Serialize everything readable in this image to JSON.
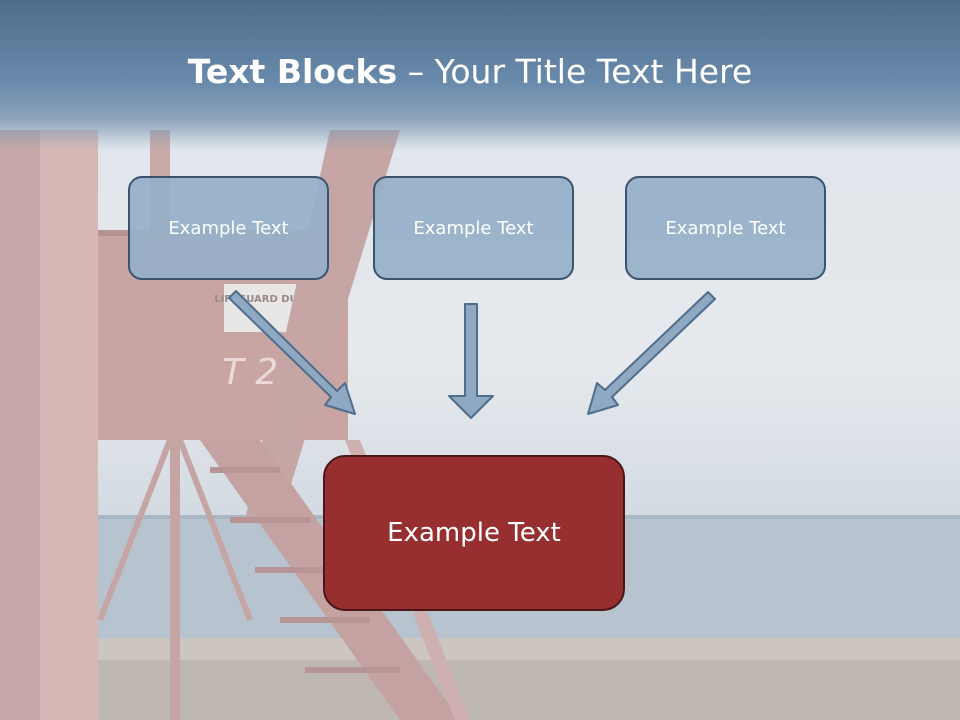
{
  "title": {
    "bold": "Text Blocks",
    "rest": " – Your Title Text Here"
  },
  "blocks": [
    {
      "label": "Example Text"
    },
    {
      "label": "Example Text"
    },
    {
      "label": "Example Text"
    }
  ],
  "main_block": {
    "label": "Example Text"
  },
  "background": {
    "tower_sign": "LIFEGUARD DUTY",
    "tower_number": "T 2"
  },
  "colors": {
    "header": "#5a7a9b",
    "block_fill": "#96b0c8",
    "block_border": "#3a5470",
    "main_fill": "#972f31",
    "arrow_fill": "#8fa9c2"
  }
}
